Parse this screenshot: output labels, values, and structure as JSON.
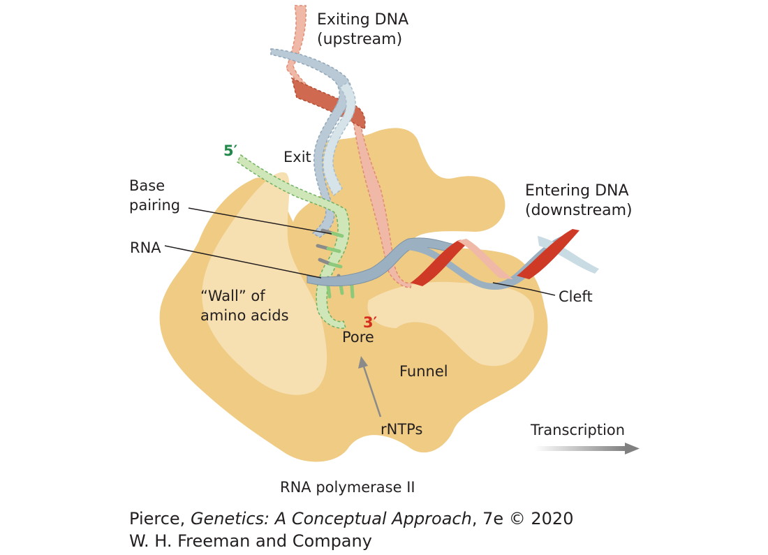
{
  "labels": {
    "exiting_dna": "Exiting DNA\n(upstream)",
    "exit": "Exit",
    "five_prime": "5′",
    "base_pairing": "Base\npairing",
    "entering_dna": "Entering DNA\n(downstream)",
    "rna": "RNA",
    "wall": "“Wall” of\namino acids",
    "cleft": "Cleft",
    "three_prime": "3′",
    "pore": "Pore",
    "funnel": "Funnel",
    "rntps": "rNTPs",
    "transcription": "Transcription",
    "enzyme": "RNA polymerase II"
  },
  "credit": {
    "line1_prefix": "Pierce, ",
    "line1_title": "Genetics: A Conceptual Approach",
    "line1_suffix": ", 7e © 2020",
    "line2": "W. H. Freeman and Company"
  },
  "colors": {
    "enzyme_body": "#efcb84",
    "enzyme_light": "#f6dfb0",
    "dna_red": "#cf3a27",
    "dna_pink": "#f0b8a6",
    "dna_blue_gray": "#9bb0c0",
    "dna_light_blue": "#c9dbe3",
    "rna_green": "#8cc97a",
    "rna_light_green": "#cfe6b8",
    "five_prime_green": "#22884a",
    "three_prime_red": "#d42f1e",
    "arrow_gray": "#8a8a8a"
  }
}
